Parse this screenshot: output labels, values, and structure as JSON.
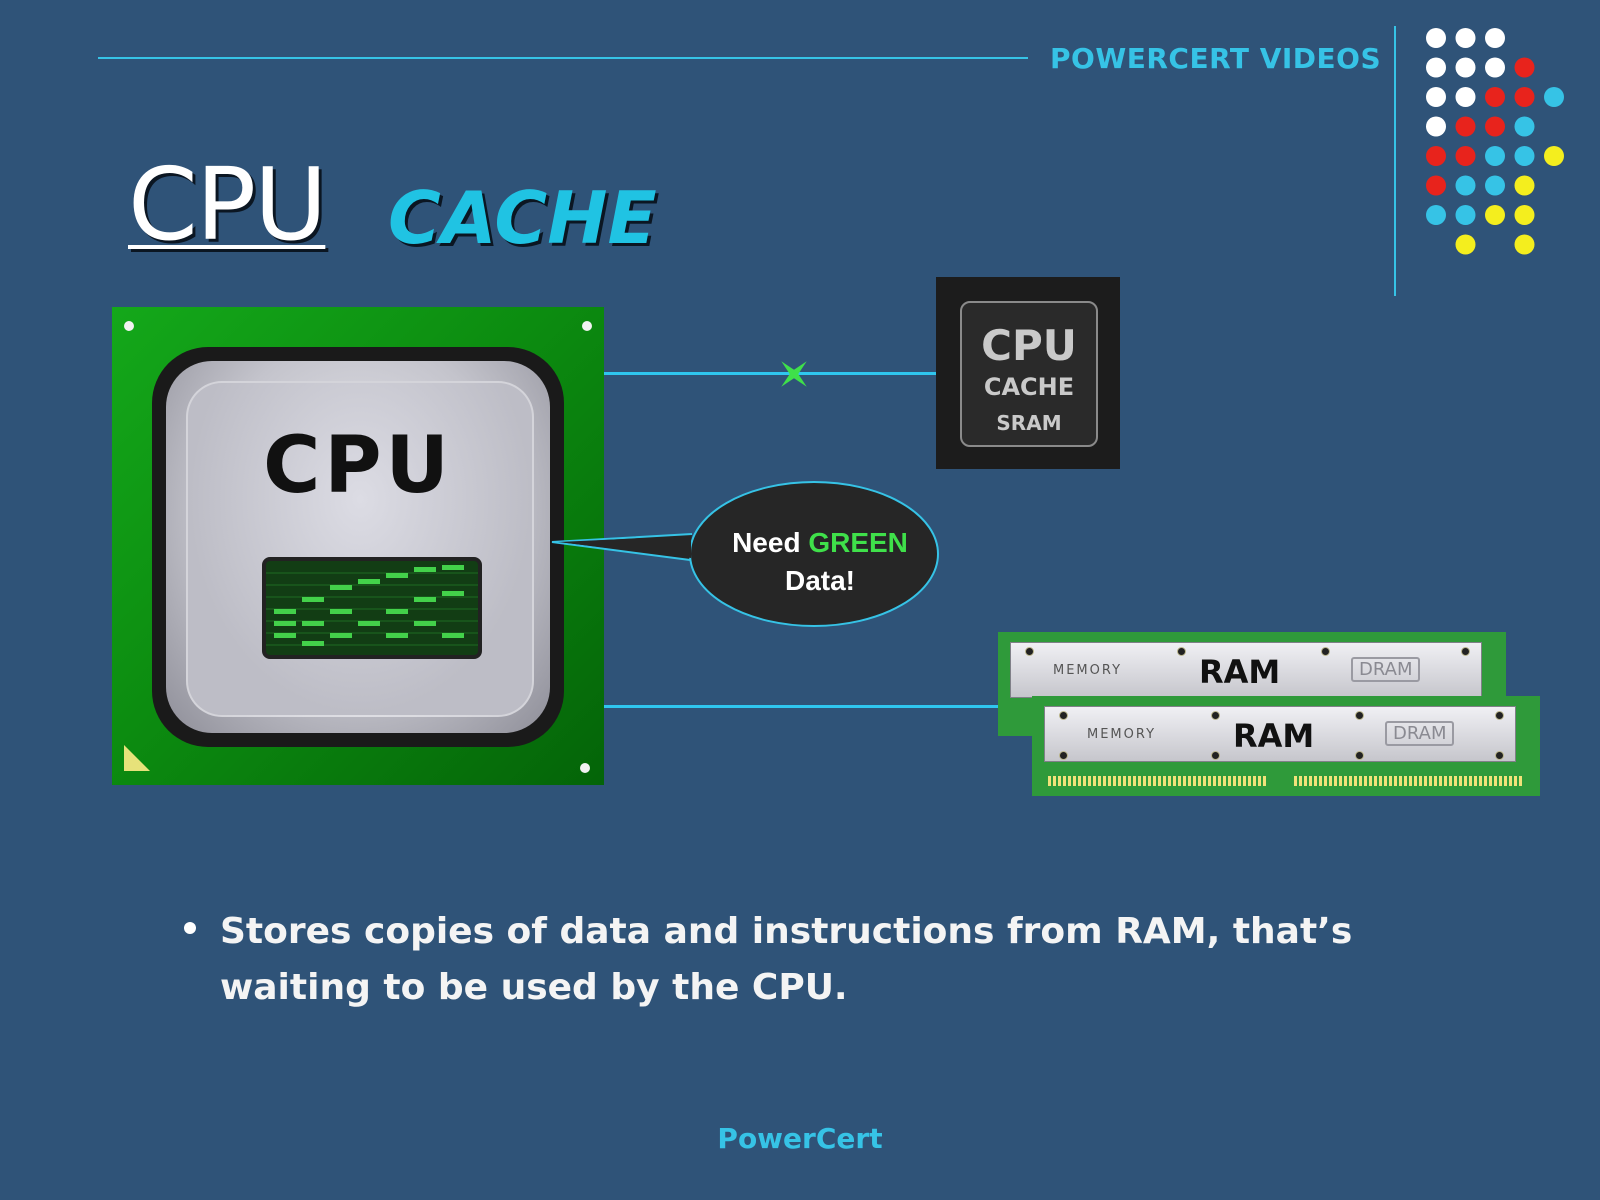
{
  "header": {
    "brand": "POWERCERT VIDEOS"
  },
  "title": {
    "main": "CPU",
    "accent": "CACHE"
  },
  "cpu_chip": {
    "label": "CPU"
  },
  "sram_chip": {
    "line1": "CPU",
    "line2": "CACHE",
    "line3": "SRAM"
  },
  "speech_bubble": {
    "before": "Need",
    "highlight": "GREEN",
    "after": "Data!"
  },
  "ram_modules": [
    {
      "memory": "MEMORY",
      "ram": "RAM",
      "dram": "DRAM"
    },
    {
      "memory": "MEMORY",
      "ram": "RAM",
      "dram": "DRAM"
    }
  ],
  "bullets": [
    "Stores copies of data and instructions from RAM, that’s waiting to be used by the CPU."
  ],
  "footer": {
    "brand": "PowerCert"
  },
  "colors": {
    "background": "#2f5378",
    "accent_cyan": "#36c3e6",
    "cpu_green": "#0c8c10",
    "dot_white": "#ffffff",
    "dot_red": "#e8231c",
    "dot_cyan": "#36c3e6",
    "dot_yellow": "#f4ee1e",
    "data_green": "#3fe04a"
  }
}
